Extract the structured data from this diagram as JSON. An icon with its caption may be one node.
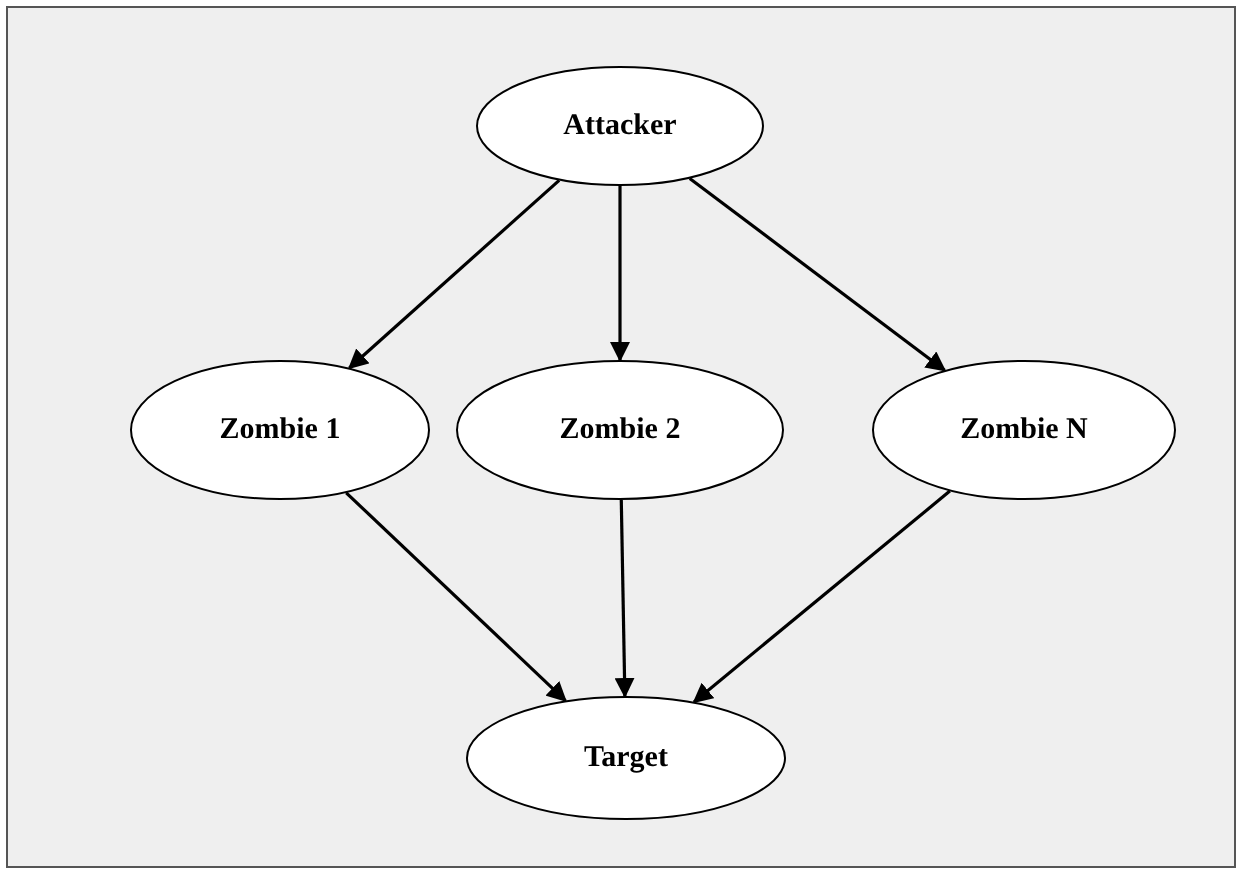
{
  "diagram": {
    "nodes": [
      {
        "text": [
          "Attacker"
        ]
      },
      {
        "text": [
          "Zombie 1"
        ]
      },
      {
        "text": [
          "Zombie 2"
        ]
      },
      {
        "text": [
          "Zombie N"
        ]
      },
      {
        "text": [
          "Target"
        ]
      }
    ],
    "edges": [
      {
        "from": 0,
        "to": 1,
        "arrow": "to"
      },
      {
        "from": 0,
        "to": 2,
        "arrow": "to"
      },
      {
        "from": 0,
        "to": 3,
        "arrow": "to"
      },
      {
        "from": 1,
        "to": 4,
        "arrow": "to"
      },
      {
        "from": 2,
        "to": 4,
        "arrow": "to"
      },
      {
        "from": 3,
        "to": 4,
        "arrow": "to"
      }
    ]
  }
}
